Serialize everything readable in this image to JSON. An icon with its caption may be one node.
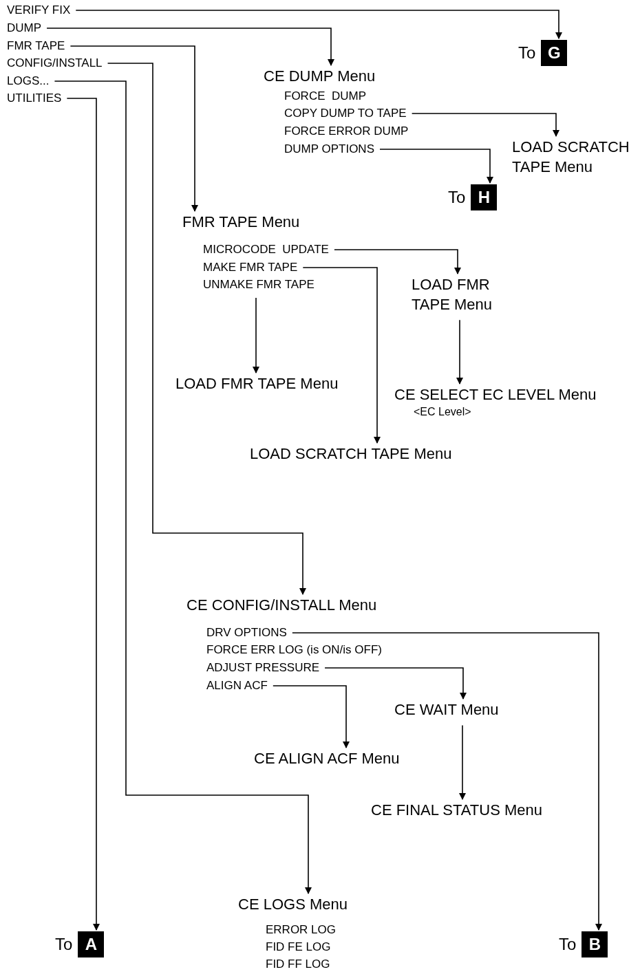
{
  "diagram": {
    "nodes": [
      {
        "text": [
          "VERIFY FIX"
        ]
      },
      {
        "text": [
          "DUMP"
        ]
      },
      {
        "text": [
          "FMR TAPE"
        ]
      },
      {
        "text": [
          "CONFIG/INSTALL"
        ]
      },
      {
        "text": [
          "LOGS..."
        ]
      },
      {
        "text": [
          "UTILITIES"
        ]
      },
      {
        "text": [
          "To",
          "G"
        ]
      },
      {
        "text": [
          "CE DUMP Menu"
        ]
      },
      {
        "text": [
          "FORCE  DUMP"
        ]
      },
      {
        "text": [
          "COPY DUMP TO TAPE"
        ]
      },
      {
        "text": [
          "FORCE ERROR DUMP"
        ]
      },
      {
        "text": [
          "DUMP OPTIONS"
        ]
      },
      {
        "text": [
          "LOAD SCRATCH TAPE Menu"
        ]
      },
      {
        "text": [
          "To",
          "H"
        ]
      },
      {
        "text": [
          "FMR TAPE Menu"
        ]
      },
      {
        "text": [
          "MICROCODE  UPDATE"
        ]
      },
      {
        "text": [
          "MAKE FMR TAPE"
        ]
      },
      {
        "text": [
          "UNMAKE FMR TAPE"
        ]
      },
      {
        "text": [
          "LOAD FMR TAPE Menu"
        ]
      },
      {
        "text": [
          "LOAD FMR TAPE Menu"
        ]
      },
      {
        "text": [
          "CE SELECT EC LEVEL Menu",
          "<EC Level>"
        ]
      },
      {
        "text": [
          "LOAD SCRATCH TAPE Menu"
        ]
      },
      {
        "text": [
          "CE CONFIG/INSTALL Menu"
        ]
      },
      {
        "text": [
          "DRV OPTIONS"
        ]
      },
      {
        "text": [
          "FORCE ERR LOG (is ON/is OFF)"
        ]
      },
      {
        "text": [
          "ADJUST PRESSURE"
        ]
      },
      {
        "text": [
          "ALIGN ACF"
        ]
      },
      {
        "text": [
          "CE WAIT Menu"
        ]
      },
      {
        "text": [
          "CE ALIGN ACF Menu"
        ]
      },
      {
        "text": [
          "CE FINAL STATUS Menu"
        ]
      },
      {
        "text": [
          "CE LOGS Menu"
        ]
      },
      {
        "text": [
          "ERROR LOG"
        ]
      },
      {
        "text": [
          "FID FE LOG"
        ]
      },
      {
        "text": [
          "FID FF LOG"
        ]
      },
      {
        "text": [
          "To",
          "A"
        ]
      },
      {
        "text": [
          "To",
          "B"
        ]
      }
    ],
    "edges": [
      {
        "from": 0,
        "to": 6,
        "arrow": "to"
      },
      {
        "from": 1,
        "to": 7,
        "arrow": "to"
      },
      {
        "from": 2,
        "to": 14,
        "arrow": "to"
      },
      {
        "from": 3,
        "to": 22,
        "arrow": "to"
      },
      {
        "from": 4,
        "to": 30,
        "arrow": "to"
      },
      {
        "from": 5,
        "to": 34,
        "arrow": "to"
      },
      {
        "from": 9,
        "to": 12,
        "arrow": "to"
      },
      {
        "from": 11,
        "to": 13,
        "arrow": "to"
      },
      {
        "from": 15,
        "to": 18,
        "arrow": "to"
      },
      {
        "from": 17,
        "to": 19,
        "arrow": "to"
      },
      {
        "from": 16,
        "to": 21,
        "arrow": "to"
      },
      {
        "from": 18,
        "to": 20,
        "arrow": "to"
      },
      {
        "from": 23,
        "to": 35,
        "arrow": "to"
      },
      {
        "from": 25,
        "to": 27,
        "arrow": "to"
      },
      {
        "from": 26,
        "to": 28,
        "arrow": "to"
      },
      {
        "from": 27,
        "to": 29,
        "arrow": "to"
      }
    ]
  }
}
